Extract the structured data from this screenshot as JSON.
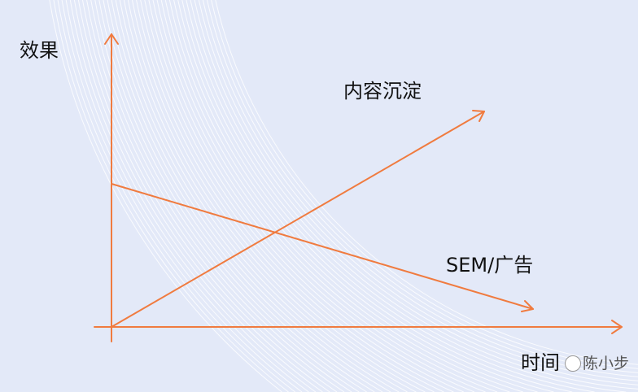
{
  "labels": {
    "y_axis": "效果",
    "x_axis": "时间",
    "content_line": "内容沉淀",
    "ad_line": "SEM/广告"
  },
  "watermark": "陈小步",
  "colors": {
    "background": "#e3e9f8",
    "line": "#f07b3f",
    "arcs": "#ffffff"
  },
  "series": [
    {
      "name": "内容沉淀",
      "trend": "increasing"
    },
    {
      "name": "SEM/广告",
      "trend": "decreasing"
    }
  ]
}
